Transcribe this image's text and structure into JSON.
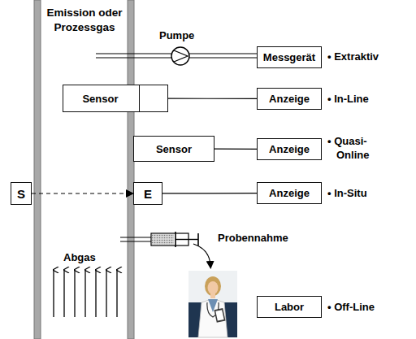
{
  "diagram": {
    "nodes": [
      {
        "text": [
          "Messgerät"
        ]
      },
      {
        "text": [
          "Sensor"
        ]
      },
      {
        "text": [
          "Anzeige"
        ]
      },
      {
        "text": [
          "Sensor"
        ]
      },
      {
        "text": [
          "Anzeige"
        ]
      },
      {
        "text": [
          "S"
        ]
      },
      {
        "text": [
          "E"
        ]
      },
      {
        "text": [
          "Anzeige"
        ]
      },
      {
        "text": [
          "Labor"
        ]
      }
    ],
    "edges": [
      {
        "from": 1,
        "to": 2,
        "arrow": "none"
      },
      {
        "from": 3,
        "to": 4,
        "arrow": "none"
      },
      {
        "from": 5,
        "to": 6,
        "arrow": "to"
      },
      {
        "from": 6,
        "to": 7,
        "arrow": "none"
      }
    ],
    "labels": [
      "Emission oder Prozessgas",
      "Pumpe",
      "• Extraktiv",
      "• In-Line",
      "• Quasi-Online",
      "• In-Situ",
      "Probennahme",
      "Abgas",
      "• Off-Line"
    ]
  }
}
